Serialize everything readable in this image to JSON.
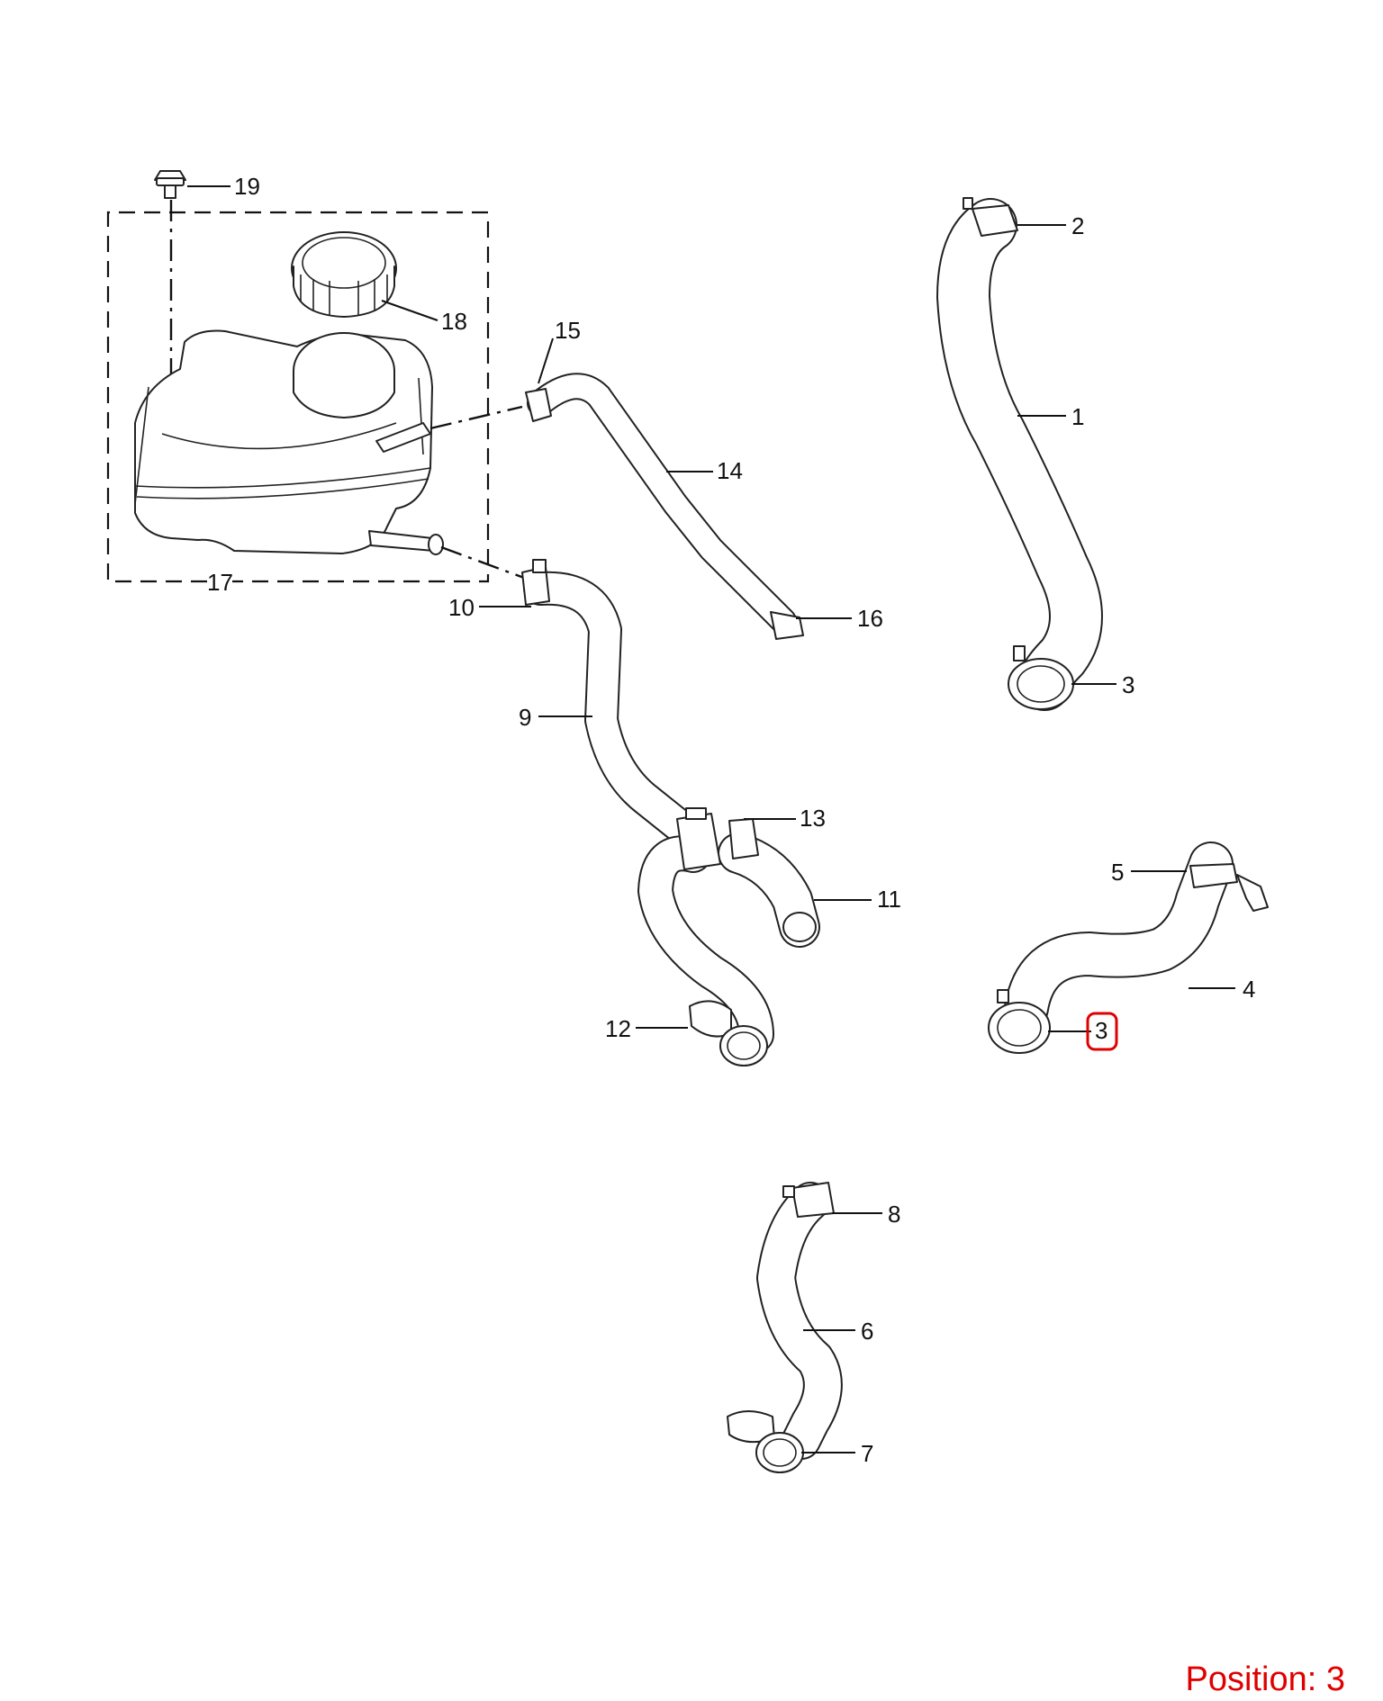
{
  "callouts": {
    "c1": "1",
    "c2": "2",
    "c3a": "3",
    "c3b": "3",
    "c4": "4",
    "c5": "5",
    "c6": "6",
    "c7": "7",
    "c8": "8",
    "c9": "9",
    "c10": "10",
    "c11": "11",
    "c12": "12",
    "c13": "13",
    "c14": "14",
    "c15": "15",
    "c16": "16",
    "c17": "17",
    "c18": "18",
    "c19": "19"
  },
  "highlight": {
    "callout": "3",
    "color": "#e00000"
  },
  "position_label": "Position: 3"
}
